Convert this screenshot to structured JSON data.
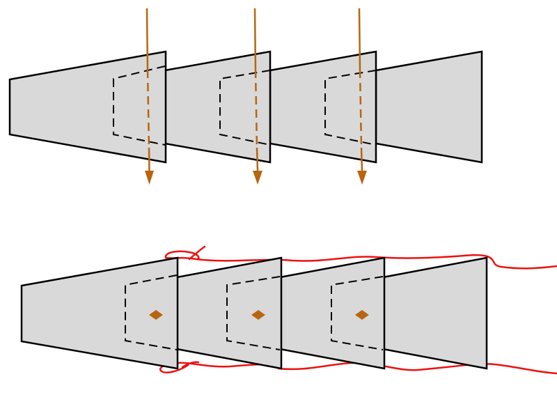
{
  "colors": {
    "background": "#ffffff",
    "panel_fill": "#d9d9d9",
    "panel_stroke": "#000000",
    "hidden_edge": "#000000",
    "needle": "#b8650f",
    "stitch_dot": "#b8650f",
    "thread": "#ee1111"
  },
  "top_assembly": {
    "panel_count": 4,
    "needle_count": 3
  },
  "bottom_assembly": {
    "panel_count": 4,
    "stitch_count": 3,
    "thread_passes": 2
  }
}
